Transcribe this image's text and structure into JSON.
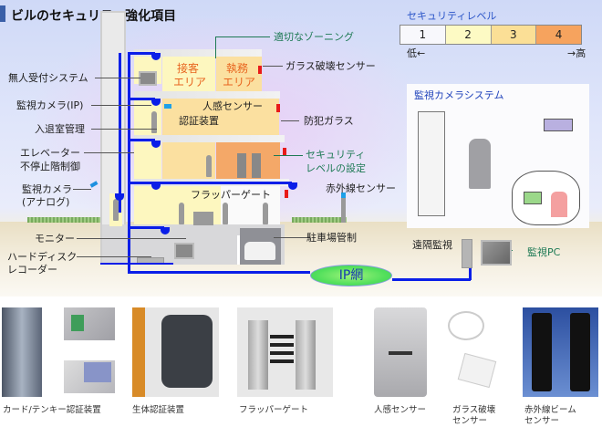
{
  "title": "ビルのセキュリティ強化項目",
  "security_level": {
    "heading": "セキュリティレベル",
    "levels": [
      {
        "label": "1",
        "color": "#f8f8fc"
      },
      {
        "label": "2",
        "color": "#fdfac4"
      },
      {
        "label": "3",
        "color": "#fbdf96"
      },
      {
        "label": "4",
        "color": "#f6a35e"
      }
    ],
    "low_label": "低←",
    "high_label": "→高"
  },
  "building_labels": {
    "zoning": "適切なゾーニング",
    "glass_break": "ガラス破壊センサー",
    "reception": "無人受付システム",
    "ip_camera": "監視カメラ(IP)",
    "access_control": "入退室管理",
    "elevator_line1": "エレベーター",
    "elevator_line2": "不停止階制御",
    "analog_camera_line1": "監視カメラ",
    "analog_camera_line2": "(アナログ)",
    "monitor": "モニター",
    "hdd_line1": "ハードディスク",
    "hdd_line2": "レコーダー",
    "guest_area_line1": "接客",
    "guest_area_line2": "エリア",
    "work_area_line1": "執務",
    "work_area_line2": "エリア",
    "motion_sensor": "人感センサー",
    "auth_device": "認証装置",
    "security_glass": "防犯ガラス",
    "level_setting_line1": "セキュリティ",
    "level_setting_line2": "レベルの設定",
    "flapper_gate": "フラッパーゲート",
    "infrared_sensor": "赤外線センサー",
    "parking": "駐車場管制",
    "ip_network": "IP網",
    "remote_monitoring": "遠隔監視",
    "monitoring_pc": "監視PC"
  },
  "camera_system": {
    "heading": "監視カメラシステム"
  },
  "products": [
    {
      "caption": "カード/テンキー認証装置"
    },
    {
      "caption": "生体認証装置"
    },
    {
      "caption": "フラッパーゲート"
    },
    {
      "caption": "人感センサー"
    },
    {
      "caption_line1": "ガラス破壊",
      "caption_line2": "センサー"
    },
    {
      "caption_line1": "赤外線ビーム",
      "caption_line2": "センサー"
    }
  ]
}
